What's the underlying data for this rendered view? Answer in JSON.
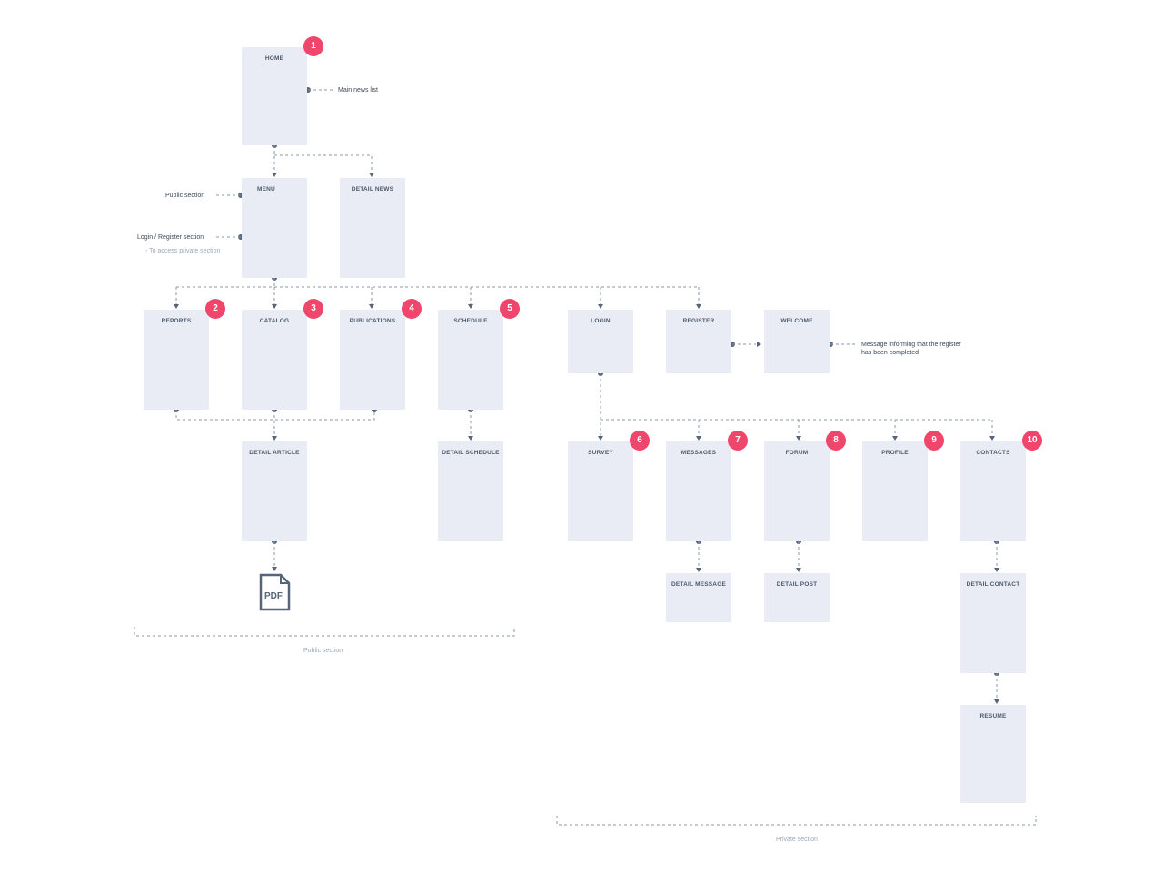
{
  "screens": {
    "home": {
      "title": "HOME",
      "badge": "1"
    },
    "menu": {
      "title": "MENU"
    },
    "detail_news": {
      "title": "DETAIL NEWS"
    },
    "reports": {
      "title": "REPORTS",
      "badge": "2"
    },
    "catalog": {
      "title": "CATALOG",
      "badge": "3"
    },
    "publications": {
      "title": "PUBLICATIONS",
      "badge": "4"
    },
    "schedule": {
      "title": "SCHEDULE",
      "badge": "5"
    },
    "login": {
      "title": "LOGIN"
    },
    "register": {
      "title": "REGISTER"
    },
    "welcome": {
      "title": "WELCOME"
    },
    "detail_article": {
      "title": "DETAIL ARTICLE"
    },
    "detail_schedule": {
      "title": "DETAIL SCHEDULE"
    },
    "survey": {
      "title": "SURVEY",
      "badge": "6"
    },
    "messages": {
      "title": "MESSAGES",
      "badge": "7"
    },
    "forum": {
      "title": "FORUM",
      "badge": "8"
    },
    "profile": {
      "title": "PROFILE",
      "badge": "9"
    },
    "contacts": {
      "title": "CONTACTS",
      "badge": "10"
    },
    "detail_message": {
      "title": "DETAIL MESSAGE"
    },
    "detail_post": {
      "title": "DETAIL POST"
    },
    "detail_contact": {
      "title": "DETAIL CONTACT"
    },
    "resume": {
      "title": "RESUME"
    }
  },
  "annotations": {
    "main_news_list": "Main news list",
    "public_section": "Public section",
    "login_register_section": "Login / Register section",
    "access_private": "- To access private section",
    "register_message_line1": "Message informing that the register",
    "register_message_line2": "has been completed"
  },
  "pdf": {
    "label": "PDF"
  },
  "groups": {
    "public": "Public section",
    "private": "Private section"
  },
  "colors": {
    "screen_bg": "#e9ecf5",
    "menu_panel": "#b5bfca",
    "dark_line": "#56657a",
    "light_line": "#ccd3e0",
    "placeholder": "#b4bcca",
    "connector": "#8c98a8",
    "badge": "#f0466b",
    "label_muted": "#9aa8bb"
  }
}
